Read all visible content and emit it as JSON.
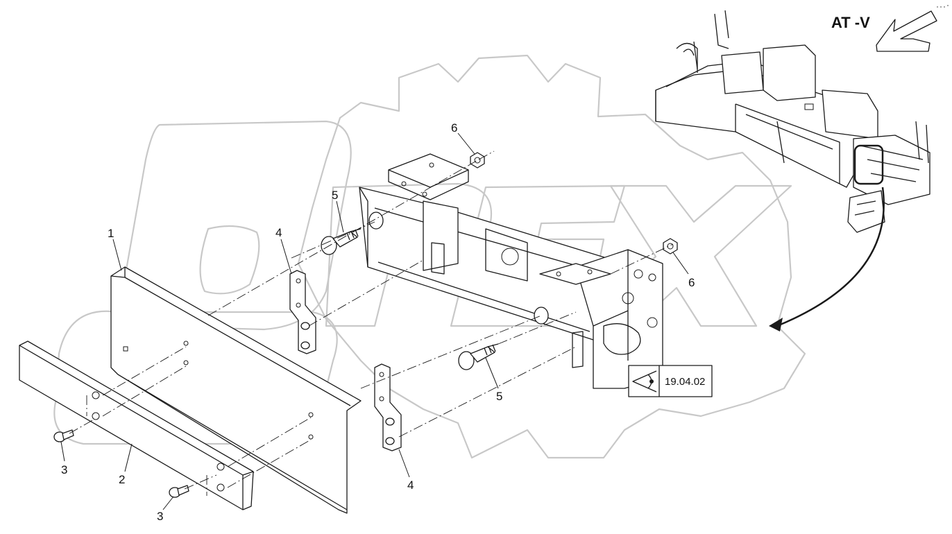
{
  "view_label": "AT -V",
  "reference": {
    "code": "19.04.02"
  },
  "callouts": [
    {
      "id": "c1",
      "text": "1"
    },
    {
      "id": "c2",
      "text": "2"
    },
    {
      "id": "c3a",
      "text": "3"
    },
    {
      "id": "c3b",
      "text": "3"
    },
    {
      "id": "c4a",
      "text": "4"
    },
    {
      "id": "c4b",
      "text": "4"
    },
    {
      "id": "c5a",
      "text": "5"
    },
    {
      "id": "c5b",
      "text": "5"
    },
    {
      "id": "c6a",
      "text": "6"
    },
    {
      "id": "c6b",
      "text": "6"
    }
  ],
  "icons": [
    "eye-icon",
    "view-direction-arrow-icon",
    "location-arrow-icon"
  ],
  "colors": {
    "ink": "#1a1a1a",
    "watermark": "#c8c8c8",
    "background": "#ffffff"
  }
}
